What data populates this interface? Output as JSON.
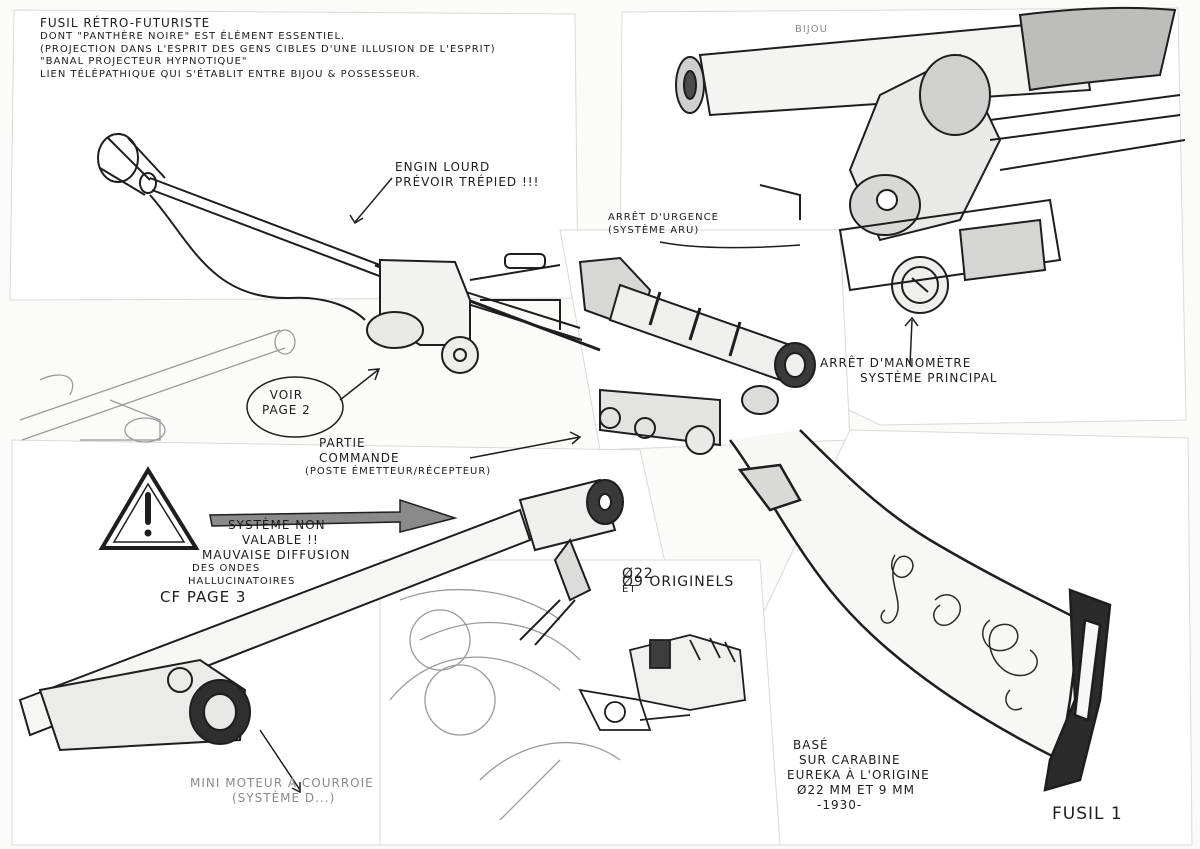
{
  "notes": {
    "header": {
      "line1": "Fusil rétro-futuriste",
      "line2": "dont \"panthère noire\" est élément essentiel.",
      "line3": "(projection dans l'esprit des gens cibles d'une illusion de l'esprit)",
      "line4": "\"banal projecteur hypnotique\"",
      "line5": "lien télépathique qui s'établit entre bijou & possesseur."
    },
    "bijou": "bijou",
    "engin": {
      "line1": "Engin lourd",
      "line2": "prévoir trépied !!!"
    },
    "arret": {
      "line1": "Arrêt d'urgence",
      "line2": "(système ARU)"
    },
    "manometre": {
      "line1": "Arrêt d'manomètre",
      "line2": "système principal"
    },
    "voir": {
      "line1": "Voir",
      "line2": "page 2"
    },
    "partie": {
      "line1": "Partie",
      "line2": "commande",
      "line3": "(poste émetteur/récepteur)"
    },
    "systeme": {
      "line1": "Système non",
      "line2": "valable !!",
      "line3": "Mauvaise diffusion",
      "line4": "des ondes",
      "line5": "hallucinatoires",
      "line6": "CF page 3"
    },
    "origine": {
      "line1": "Ø22",
      "line2": "et",
      "line3": "Ø9 originels"
    },
    "moteur": {
      "line1": "mini moteur à courroie",
      "line2": "(système d...)"
    },
    "base": {
      "line1": "Basé",
      "line2": "sur carabine",
      "line3": "Eureka à l'origine",
      "line4": "Ø22 mm et 9 mm",
      "line5": "-1930-"
    },
    "title": "Fusil 1"
  },
  "colors": {
    "ink": "#1c1c1c",
    "paper": "#fbfbfa",
    "pencil": "#6d6d6d"
  },
  "icons": [
    "warning-triangle-icon",
    "arrow-icon"
  ]
}
